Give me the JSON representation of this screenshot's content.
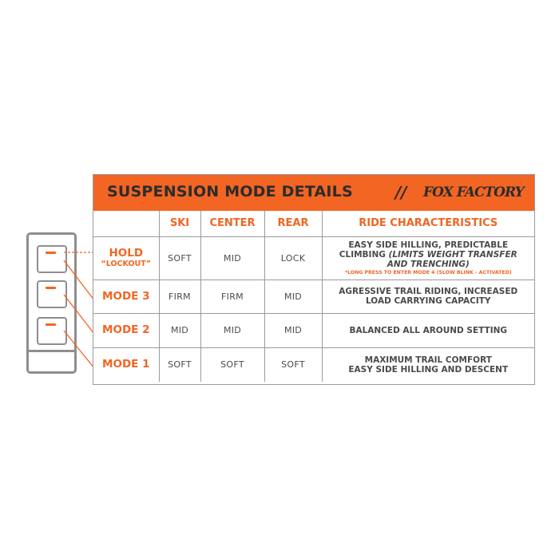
{
  "header": {
    "title": "SUSPENSION MODE DETAILS",
    "separator": "//",
    "brand": "FOX FACTORY"
  },
  "columns": {
    "ski": "SKI",
    "center": "CENTER",
    "rear": "REAR",
    "ride": "RIDE CHARACTERISTICS"
  },
  "rows": [
    {
      "mode": "HOLD",
      "mode_sub": "“LOCKOUT”",
      "ski": "SOFT",
      "center": "MID",
      "rear": "LOCK",
      "desc_line1": "EASY SIDE HILLING, PREDICTABLE",
      "desc_line2a": "CLIMBING ",
      "desc_line2b": "(LIMITS WEIGHT TRANSFER",
      "desc_line3": "AND TRENCHING)",
      "note": "*LONG PRESS TO ENTER MODE 4 (SLOW BLINK - ACTIVATED)"
    },
    {
      "mode": "MODE 3",
      "ski": "FIRM",
      "center": "FIRM",
      "rear": "MID",
      "desc_line1": "AGRESSIVE TRAIL RIDING, INCREASED",
      "desc_line2": "LOAD CARRYING CAPACITY"
    },
    {
      "mode": "MODE 2",
      "ski": "MID",
      "center": "MID",
      "rear": "MID",
      "desc_line1": "BALANCED ALL AROUND SETTING"
    },
    {
      "mode": "MODE 1",
      "ski": "SOFT",
      "center": "SOFT",
      "rear": "SOFT",
      "desc_line1": "MAXIMUM TRAIL COMFORT",
      "desc_line2": "EASY SIDE HILLING AND DESCENT"
    }
  ],
  "colors": {
    "accent": "#f26522",
    "text": "#4a4a4a",
    "dark": "#2c2c2c",
    "border": "#9a9a9a"
  }
}
